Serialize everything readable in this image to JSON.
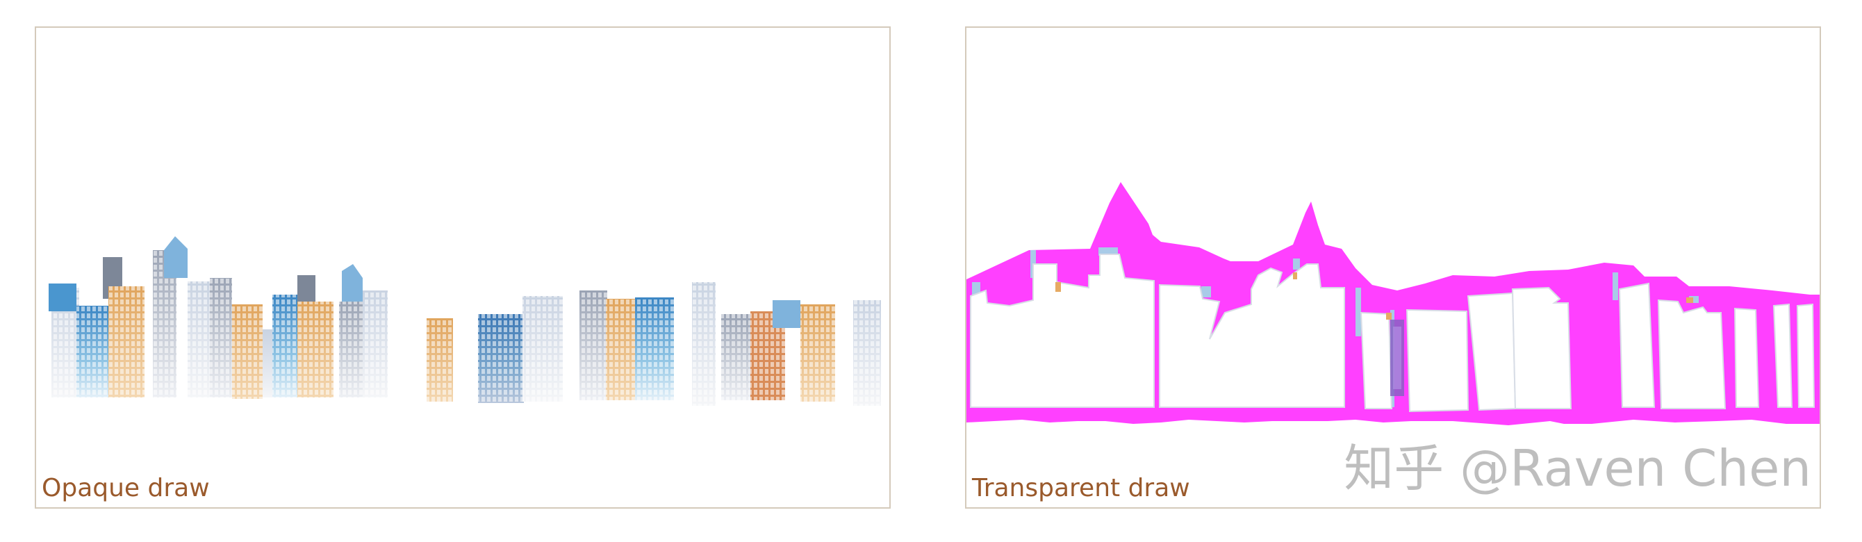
{
  "panels": {
    "opaque": {
      "caption": "Opaque draw",
      "image": "opaque-skyline"
    },
    "transparent": {
      "caption": "Transparent draw",
      "image": "transparent-skyline"
    }
  },
  "watermark": {
    "text": "知乎 @Raven Chen"
  },
  "colors": {
    "border": "#d4cabb",
    "caption": "#9a5a2c",
    "magenta": "#ff40ff",
    "glass_blue": "#6fb1d9",
    "glass_orange": "#e6aa63",
    "glass_grey": "#c8ced8"
  }
}
